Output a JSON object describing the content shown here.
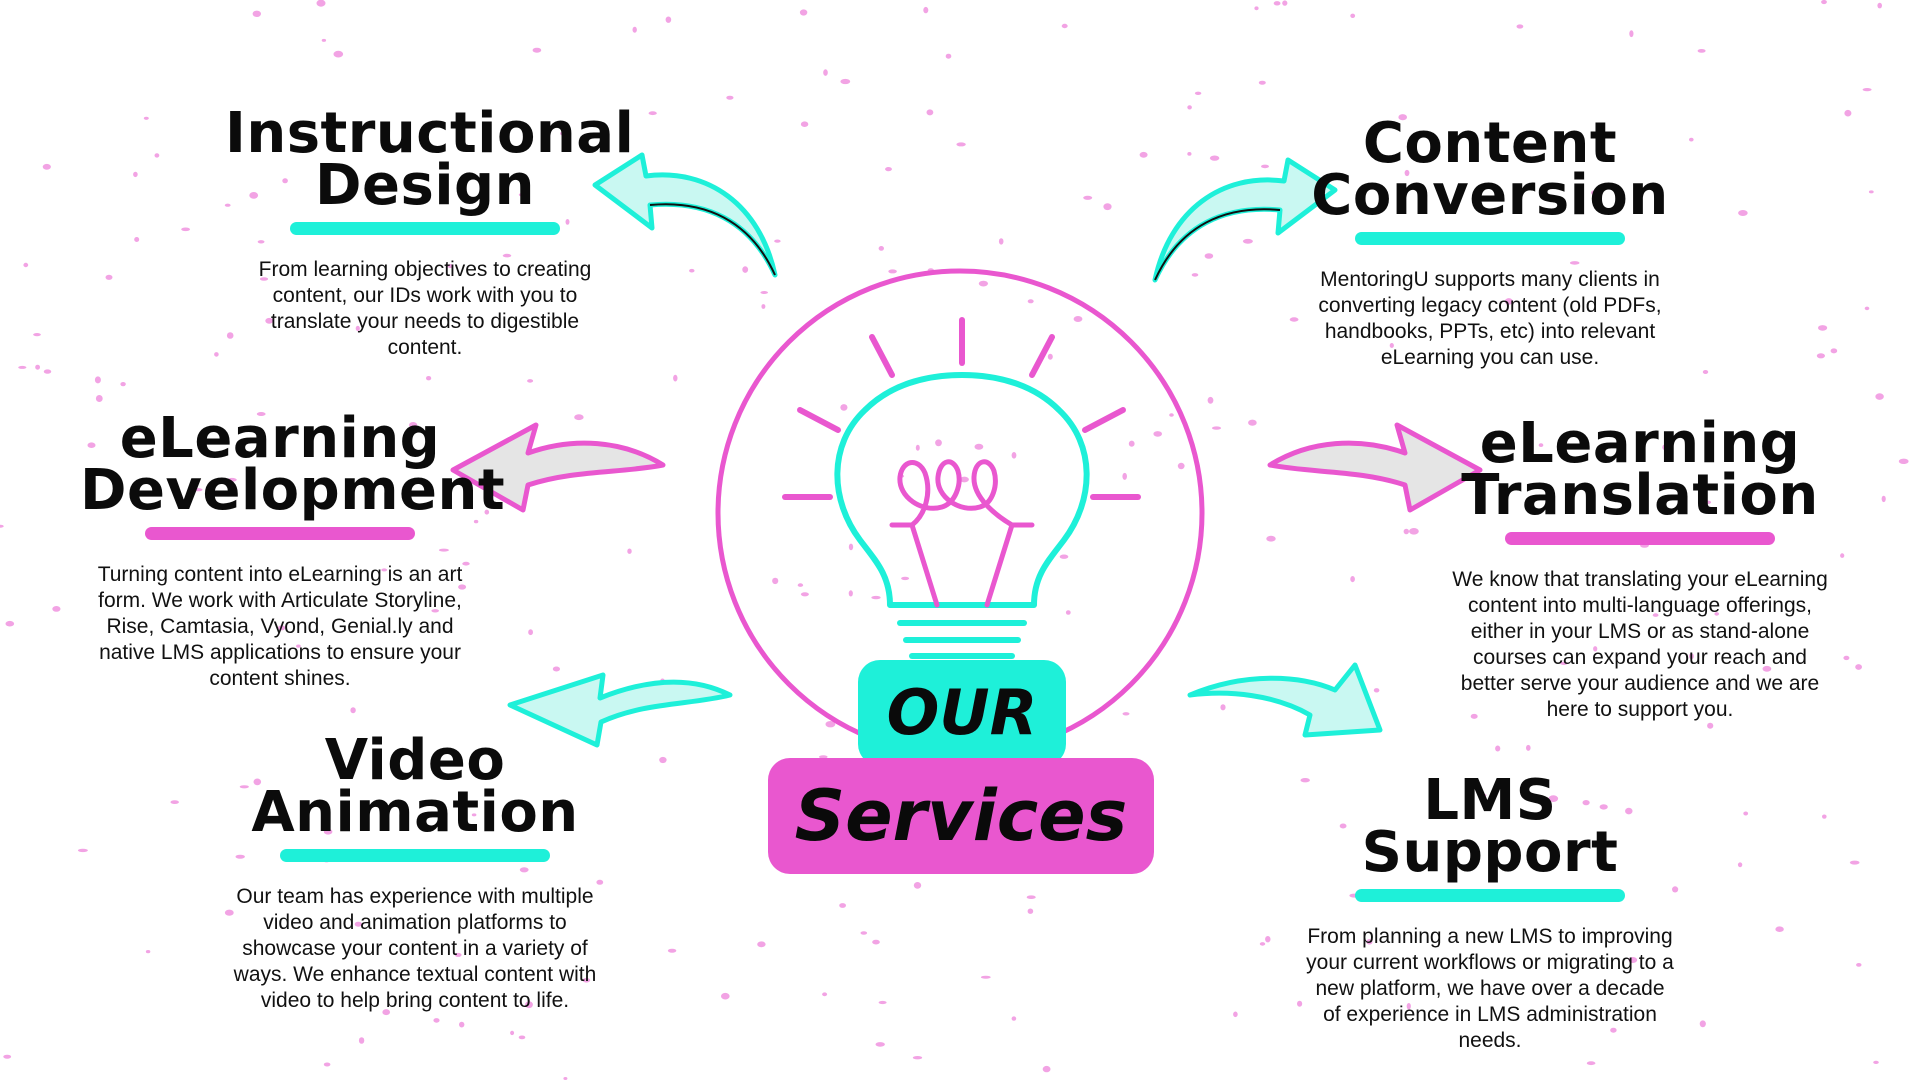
{
  "colors": {
    "teal": "#1ef0d9",
    "teal_light": "#c9f8f2",
    "pink": "#e957cf",
    "pink_light": "#e5e5e5",
    "ink": "#111111"
  },
  "center": {
    "icon": "lightbulb-icon",
    "badge_top": "OUR",
    "badge_bottom": "Services"
  },
  "services": [
    {
      "id": "instructional-design",
      "title_line1": "Instructional",
      "title_line2": "Design",
      "underline_color": "#1ef0d9",
      "description": "From learning objectives to creating content, our IDs work with you to translate your needs to digestible content."
    },
    {
      "id": "content-conversion",
      "title_line1": "Content",
      "title_line2": "Conversion",
      "underline_color": "#1ef0d9",
      "description": "MentoringU supports many clients in converting legacy content (old PDFs, handbooks, PPTs, etc) into relevant eLearning you can use."
    },
    {
      "id": "elearning-development",
      "title_line1": "eLearning",
      "title_line2": "Development",
      "underline_color": "#e957cf",
      "description": "Turning content into eLearning is an art form. We work with Articulate Storyline, Rise, Camtasia, Vyond, Genial.ly and native LMS applications to ensure your content shines."
    },
    {
      "id": "elearning-translation",
      "title_line1": "eLearning",
      "title_line2": "Translation",
      "underline_color": "#e957cf",
      "description": "We know that translating your eLearning content into multi-language offerings, either in your LMS or as stand-alone courses can expand your reach and better serve your audience and we are here to support you."
    },
    {
      "id": "video-animation",
      "title_line1": "Video",
      "title_line2": "Animation",
      "underline_color": "#1ef0d9",
      "description": "Our team has experience with multiple video and animation platforms to showcase your content in a variety of ways. We enhance textual content with video to help bring content to life."
    },
    {
      "id": "lms-support",
      "title_line1": "LMS Support",
      "title_line2": "",
      "underline_color": "#1ef0d9",
      "description": "From planning a new LMS to improving your current workflows or migrating to a new platform, we have over a decade of experience in LMS administration needs."
    }
  ]
}
